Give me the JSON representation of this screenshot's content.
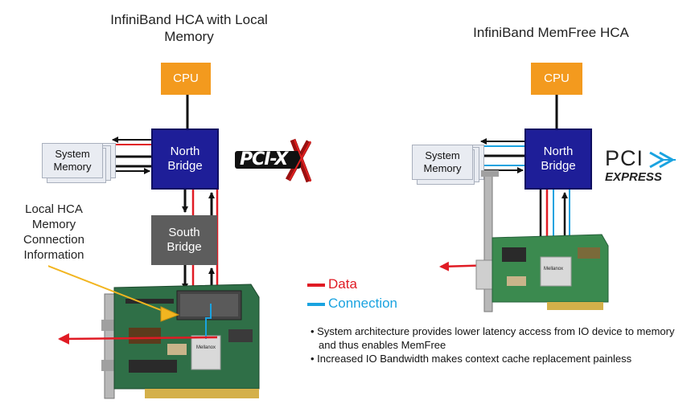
{
  "left": {
    "title_line1": "InfiniBand HCA with Local",
    "title_line2": "Memory",
    "cpu": "CPU",
    "north_bridge_line1": "North",
    "north_bridge_line2": "Bridge",
    "south_bridge_line1": "South",
    "south_bridge_line2": "Bridge",
    "system_memory_line1": "System",
    "system_memory_line2": "Memory",
    "callout_lines": [
      "Local HCA",
      "Memory",
      "Connection",
      "Information"
    ],
    "bus_logo": "PCI-X",
    "chip_label": "Mellanox"
  },
  "right": {
    "title": "InfiniBand MemFree HCA",
    "cpu": "CPU",
    "north_bridge_line1": "North",
    "north_bridge_line2": "Bridge",
    "system_memory_line1": "System",
    "system_memory_line2": "Memory",
    "bus_logo_line1": "PCI",
    "bus_logo_line2": "EXPRESS",
    "chip_label": "Mellanox"
  },
  "legend": {
    "data_label": "Data",
    "connection_label": "Connection",
    "data_color": "#e01b24",
    "connection_color": "#1aa3e0"
  },
  "bullets": [
    "System architecture provides lower latency access from IO device to memory and thus enables MemFree",
    "Increased IO Bandwidth makes context cache replacement painless"
  ]
}
